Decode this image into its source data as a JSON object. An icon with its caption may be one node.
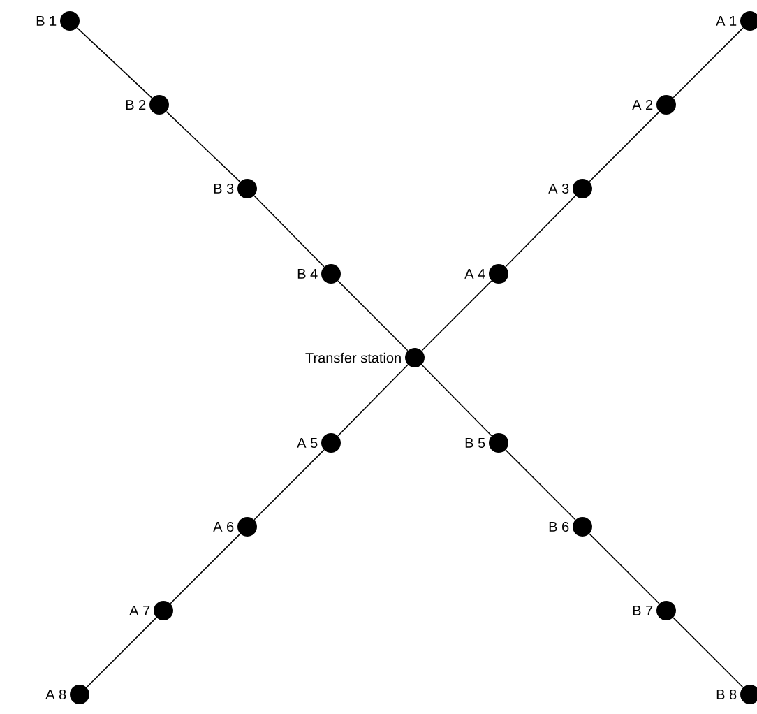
{
  "diagram": {
    "nodes": [
      {
        "text": [
          "B 1"
        ]
      },
      {
        "text": [
          "A 1"
        ]
      },
      {
        "text": [
          "B 2"
        ]
      },
      {
        "text": [
          "A 2"
        ]
      },
      {
        "text": [
          "B 3"
        ]
      },
      {
        "text": [
          "A 3"
        ]
      },
      {
        "text": [
          "B 4"
        ]
      },
      {
        "text": [
          "A 4"
        ]
      },
      {
        "text": [
          "Transfer station"
        ]
      },
      {
        "text": [
          "A 5"
        ]
      },
      {
        "text": [
          "B 5"
        ]
      },
      {
        "text": [
          "A 6"
        ]
      },
      {
        "text": [
          "B 6"
        ]
      },
      {
        "text": [
          "A 7"
        ]
      },
      {
        "text": [
          "B 7"
        ]
      },
      {
        "text": [
          "A 8"
        ]
      },
      {
        "text": [
          "B 8"
        ]
      }
    ],
    "edges": [
      {
        "from": 0,
        "to": 2,
        "arrow": "none"
      },
      {
        "from": 2,
        "to": 4,
        "arrow": "none"
      },
      {
        "from": 4,
        "to": 6,
        "arrow": "none"
      },
      {
        "from": 6,
        "to": 8,
        "arrow": "none"
      },
      {
        "from": 8,
        "to": 10,
        "arrow": "none"
      },
      {
        "from": 10,
        "to": 12,
        "arrow": "none"
      },
      {
        "from": 12,
        "to": 14,
        "arrow": "none"
      },
      {
        "from": 14,
        "to": 16,
        "arrow": "none"
      },
      {
        "from": 1,
        "to": 3,
        "arrow": "none"
      },
      {
        "from": 3,
        "to": 5,
        "arrow": "none"
      },
      {
        "from": 5,
        "to": 7,
        "arrow": "none"
      },
      {
        "from": 7,
        "to": 8,
        "arrow": "none"
      },
      {
        "from": 8,
        "to": 9,
        "arrow": "none"
      },
      {
        "from": 9,
        "to": 11,
        "arrow": "none"
      },
      {
        "from": 11,
        "to": 13,
        "arrow": "none"
      },
      {
        "from": 13,
        "to": 15,
        "arrow": "none"
      }
    ]
  }
}
